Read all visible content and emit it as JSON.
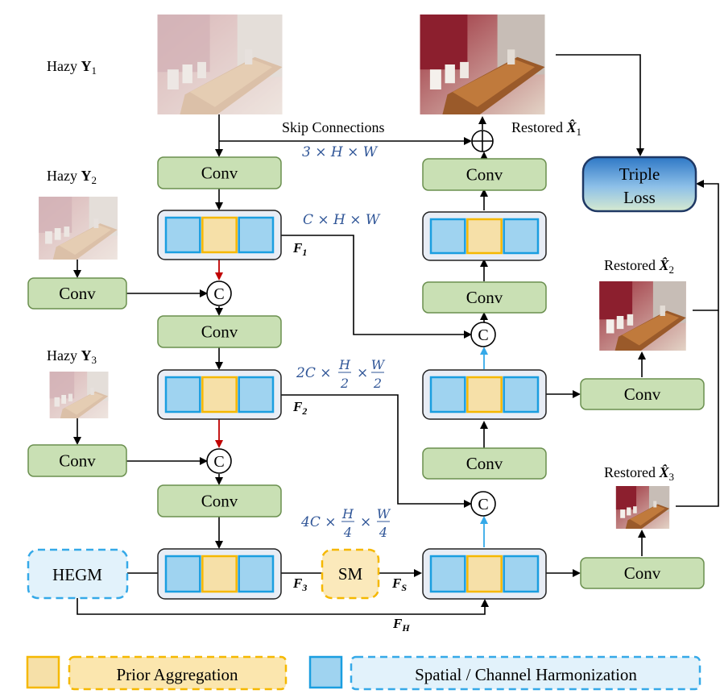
{
  "inputs": {
    "y1": {
      "prefix": "Hazy ",
      "symbol": "Y",
      "sub": "1"
    },
    "y2": {
      "prefix": "Hazy ",
      "symbol": "Y",
      "sub": "2"
    },
    "y3": {
      "prefix": "Hazy ",
      "symbol": "Y",
      "sub": "3"
    }
  },
  "outputs": {
    "x1": {
      "prefix": "Restored ",
      "symbol": "X̂",
      "sub": "1"
    },
    "x2": {
      "prefix": "Restored ",
      "symbol": "X̂",
      "sub": "2"
    },
    "x3": {
      "prefix": "Restored ",
      "symbol": "X̂",
      "sub": "3"
    }
  },
  "blocks": {
    "conv": "Conv",
    "loss_line1": "Triple",
    "loss_line2": "Loss",
    "hegm": "HEGM",
    "sm": "SM",
    "concat": "C",
    "add": "⊕"
  },
  "skip_label": "Skip Connections",
  "features": {
    "f1": {
      "base": "F",
      "sub": "1"
    },
    "f2": {
      "base": "F",
      "sub": "2"
    },
    "f3": {
      "base": "F",
      "sub": "3"
    },
    "fs": {
      "base": "F",
      "sub": "S"
    },
    "fh": {
      "base": "F",
      "sub": "H"
    }
  },
  "dims": {
    "d0": "3 × H × W",
    "d1": "C × H × W",
    "d2_pre": "2C ×",
    "d2_f1_num": "H",
    "d2_f1_den": "2",
    "d2_f2_num": "W",
    "d2_f2_den": "2",
    "d3_pre": "4C ×",
    "d3_f1_num": "H",
    "d3_f1_den": "4",
    "d3_f2_num": "W",
    "d3_f2_den": "4",
    "times": "×"
  },
  "legend": {
    "prior": "Prior Aggregation",
    "harmonization": "Spatial / Channel Harmonization"
  },
  "colors": {
    "conv_fill": "#c9e0b4",
    "conv_stroke": "#6a8f4e",
    "spatial_fill": "#9fd3f0",
    "spatial_stroke": "#1a9ee0",
    "prior_fill": "#f6e0a8",
    "prior_stroke": "#f5b800",
    "stage_bg": "#e8edf5",
    "red_arrow": "#c00000",
    "cyan_arrow": "#35a9e8",
    "text_blue": "#2f5597"
  }
}
